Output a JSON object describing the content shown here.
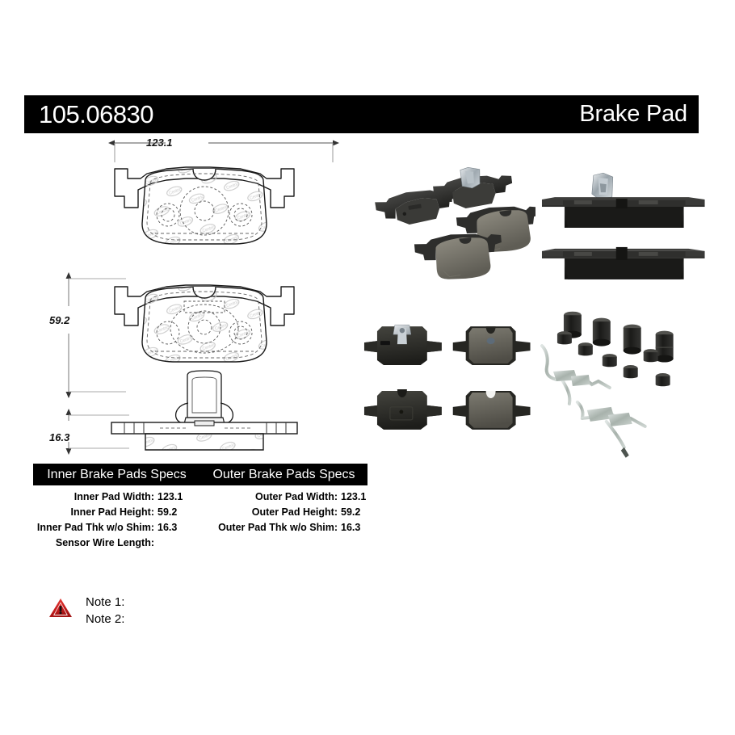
{
  "header": {
    "part_number": "105.06830",
    "product_type": "Brake Pad"
  },
  "drawing": {
    "dimensions": {
      "width_label": "123.1",
      "height_label": "59.2",
      "thickness_label": "16.3"
    },
    "views": [
      {
        "name": "top-pad-face-view"
      },
      {
        "name": "bottom-pad-face-view"
      },
      {
        "name": "pad-edge-profile-view"
      }
    ]
  },
  "photos": [
    {
      "name": "angled-pad-set-photo",
      "caption": ""
    },
    {
      "name": "pad-edge-with-clip-photo",
      "caption": ""
    },
    {
      "name": "pad-front-back-grid-photo",
      "caption": ""
    },
    {
      "name": "hardware-kit-photo",
      "caption": ""
    }
  ],
  "specs": {
    "inner": {
      "title": "Inner Brake Pads Specs",
      "rows": [
        {
          "label": "Inner Pad Width:",
          "value": "123.1"
        },
        {
          "label": "Inner Pad Height:",
          "value": "59.2"
        },
        {
          "label": "Inner Pad Thk w/o Shim:",
          "value": "16.3"
        },
        {
          "label": "Sensor Wire Length:",
          "value": ""
        }
      ]
    },
    "outer": {
      "title": "Outer Brake Pads Specs",
      "rows": [
        {
          "label": "Outer Pad Width:",
          "value": "123.1"
        },
        {
          "label": "Outer Pad Height:",
          "value": "59.2"
        },
        {
          "label": "Outer Pad Thk w/o Shim:",
          "value": "16.3"
        },
        {
          "label": "",
          "value": ""
        }
      ]
    }
  },
  "notes": {
    "icon": "warning-triangle-icon",
    "lines": [
      {
        "label": "Note 1:",
        "value": ""
      },
      {
        "label": "Note 2:",
        "value": ""
      }
    ]
  },
  "colors": {
    "bar_background": "#000000",
    "bar_text": "#ffffff",
    "warning_red": "#cc1f1f",
    "page_background": "#ffffff"
  }
}
